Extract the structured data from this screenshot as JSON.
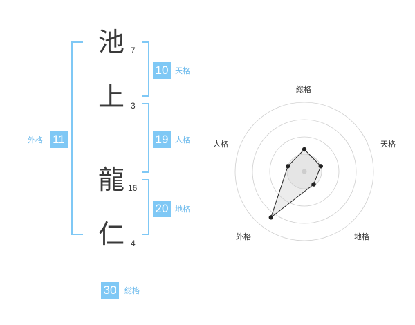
{
  "name": {
    "characters": [
      {
        "char": "池",
        "strokes": "7"
      },
      {
        "char": "上",
        "strokes": "3"
      },
      {
        "char": "龍",
        "strokes": "16"
      },
      {
        "char": "仁",
        "strokes": "4"
      }
    ]
  },
  "kakusu": {
    "tenkaku": {
      "value": "10",
      "label": "天格"
    },
    "jinkaku": {
      "value": "19",
      "label": "人格"
    },
    "chikaku": {
      "value": "20",
      "label": "地格"
    },
    "gaikaku": {
      "value": "11",
      "label": "外格"
    },
    "soukaku": {
      "value": "30",
      "label": "総格"
    }
  },
  "colors": {
    "accent": "#7fc8f5",
    "bracket": "#7fc8f5",
    "text": "#333333"
  },
  "chart_data": {
    "type": "radar",
    "axes": [
      "総格",
      "天格",
      "地格",
      "外格",
      "人格"
    ],
    "values": [
      0.32,
      0.25,
      0.23,
      0.82,
      0.25
    ],
    "range": [
      0,
      1
    ],
    "rings": 4
  }
}
